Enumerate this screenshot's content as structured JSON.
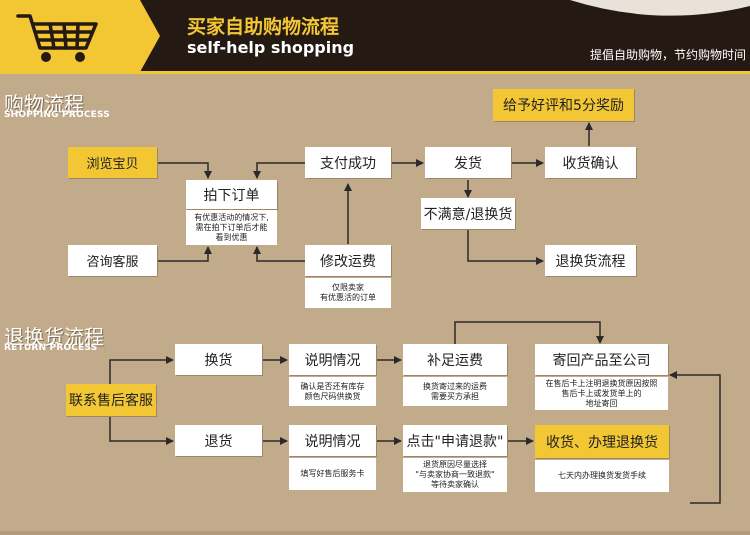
{
  "header": {
    "title_cn": "买家自助购物流程",
    "title_en": "self-help shopping",
    "slogan": "提倡自助购物，节约购物时间",
    "cart_icon": "shopping-cart-icon",
    "colors": {
      "accent": "#f3c634",
      "header_bg": "#241913",
      "page_bg": "#c2ab8b"
    }
  },
  "shopping": {
    "title_cn": "购物流程",
    "title_en": "SHOPPING PROCESS",
    "browse": "浏览宝贝",
    "consult": "咨询客服",
    "order": "拍下订单",
    "order_note": [
      "有优惠活动的情况下,",
      "需在拍下订单后才能",
      "看到优惠"
    ],
    "modify_shipping": "修改运费",
    "modify_note": [
      "仅限卖家",
      "有优惠活的订单"
    ],
    "pay_success": "支付成功",
    "ship": "发货",
    "confirm_receipt": "收货确认",
    "good_review": "给予好评和5分奖励",
    "unsatisfied": "不满意/退换货",
    "return_flow": "退换货流程"
  },
  "returns": {
    "title_cn": "退换货流程",
    "title_en": "RETURN PROCESS",
    "contact_service": "联系售后客服",
    "exchange": "换货",
    "refund": "退货",
    "explain_a": "说明情况",
    "explain_a_note": [
      "确认是否还有库存",
      "颜色尺码供换货"
    ],
    "add_shipping": "补足运费",
    "add_shipping_note": [
      "换货寄过来的运费",
      "需要买方承担"
    ],
    "mail_back": "寄回产品至公司",
    "mail_back_note": [
      "在售后卡上注明退换货原因按照",
      "售后卡上或发货单上的",
      "地址寄回"
    ],
    "explain_b": "说明情况",
    "explain_b_note": [
      "填写好售后服务卡"
    ],
    "click_refund": "点击\"申请退款\"",
    "click_refund_note": [
      "退货原因尽量选择",
      "\"与卖家协商一致退款\"",
      "等待卖家确认"
    ],
    "receive": "收货、办理退换货",
    "receive_note": [
      "七天内办理换货发货手续"
    ]
  }
}
